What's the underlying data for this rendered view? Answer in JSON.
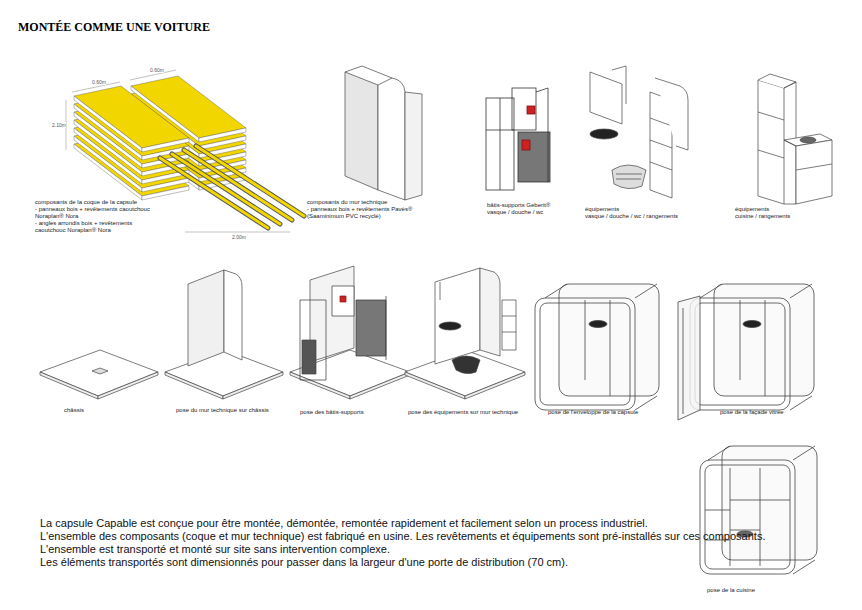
{
  "diagram": {
    "title": "MONTÉE COMME UNE VOITURE",
    "labels": [
      "0.60m",
      "0.60m",
      "2.10m",
      "2.00m",
      "composants de la coque de la capsule",
      "- panneaux bois + revêtements caoutchouc Noraplan® Nora",
      "- angles arrondis bois + revêtements caoutchouc Noraplan® Nora",
      "composants du mur technique",
      "- panneaux bois + revêtements Pavés® (Saaminimum PVC recyclé)",
      "bâtis-supports Geberit®",
      "vasque / douche / wc",
      "équipements",
      "vasque / douche / wc / rangements",
      "équipements",
      "cuisine / rangements",
      "châssis",
      "pose du mur technique sur châssis",
      "pose des bâtis-supports",
      "pose des équipements sur mur technique",
      "pose de l'enveloppe de la capsule",
      "pose de la façade vitrée",
      "pose de la cuisine",
      "La capsule Capable est conçue pour être montée, démontée, remontée rapidement et facilement selon un process industriel.",
      "L'ensemble des composants (coque et mur technique) est fabriqué en usine. Les revêtements et équipements sont pré-installés sur ces composants.",
      "L'ensemble est transporté et monté sur site sans intervention complexe.",
      "Les éléments transportés sont dimensionnés pour passer dans la largeur d'une porte de distribution (70 cm)."
    ]
  }
}
